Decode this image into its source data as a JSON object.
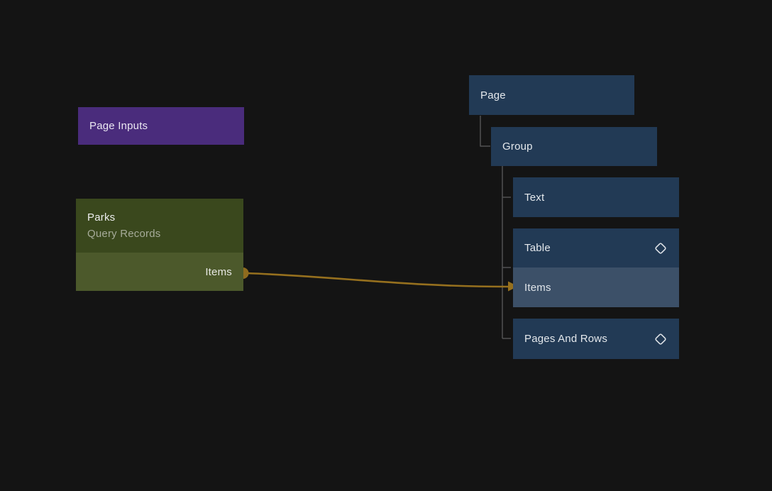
{
  "canvas": {
    "background": "#141414"
  },
  "page_inputs_node": {
    "label": "Page Inputs",
    "color": "#4a2c7c"
  },
  "query_node": {
    "title": "Parks",
    "subtitle": "Query Records",
    "output_port_label": "Items",
    "header_color": "#3a481d",
    "port_row_color": "#4c592b",
    "port_color": "#8f6b1e"
  },
  "tree": {
    "node_color": "#223a55",
    "selected_color": "#3c5068",
    "connector_color": "#515253",
    "nodes": [
      {
        "label": "Page"
      },
      {
        "label": "Group"
      },
      {
        "label": "Text"
      },
      {
        "label": "Table",
        "icon": "diamond-icon"
      },
      {
        "label": "Items",
        "selected": true
      },
      {
        "label": "Pages And Rows",
        "icon": "diamond-icon"
      }
    ]
  },
  "connection": {
    "color": "#96701e"
  }
}
